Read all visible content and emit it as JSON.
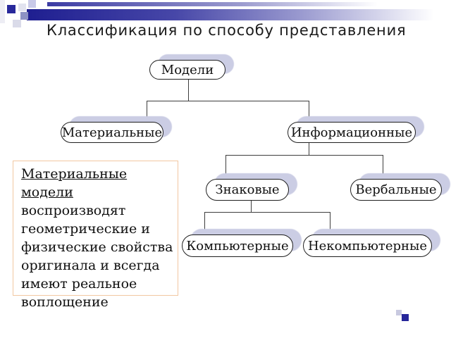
{
  "slide": {
    "title": "Классификация по способу представления"
  },
  "tree": {
    "nodes": [
      {
        "label": "Модели",
        "parent": null
      },
      {
        "label": "Материальные",
        "parent": "Модели"
      },
      {
        "label": "Информационные",
        "parent": "Модели"
      },
      {
        "label": "Знаковые",
        "parent": "Информационные"
      },
      {
        "label": "Вербальные",
        "parent": "Информационные"
      },
      {
        "label": "Компьютерные",
        "parent": "Знаковые"
      },
      {
        "label": "Некомпьютерные",
        "parent": "Знаковые"
      }
    ]
  },
  "note": {
    "heading": "Материальные модели",
    "lines": [
      "воспроизводят",
      "геометрические и",
      "физические свойства",
      "оригинала и всегда",
      "имеют реальное",
      "воплощение"
    ]
  },
  "colors": {
    "accent_navy": "#26269a",
    "shadow_lavender": "#cbcde4",
    "note_border": "#f2c7a1",
    "connector": "#3d3d3d"
  }
}
